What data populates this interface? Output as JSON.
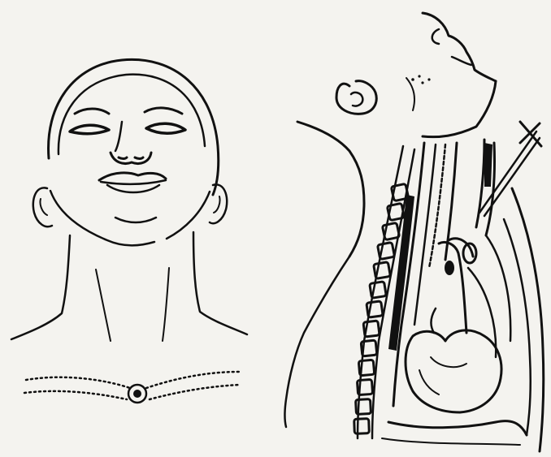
{
  "figure": {
    "panels": [
      {
        "id": "front-view",
        "description_name": "head-tilted-back"
      },
      {
        "id": "side-view",
        "description_name": "sagittal-section"
      }
    ],
    "marker": {
      "symbol": "x-mark"
    }
  },
  "colors": {
    "background": "#f4f3ef",
    "ink": "#111111"
  }
}
